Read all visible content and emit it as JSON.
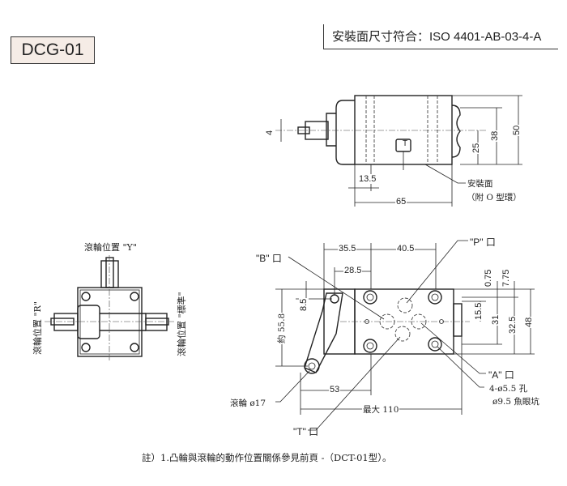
{
  "header": {
    "model": "DCG-01",
    "mounting_standard": "安裝面尺寸符合：ISO 4401-AB-03-4-A"
  },
  "top_view": {
    "port_mark": "T",
    "dims": {
      "d4": "4",
      "d13_5": "13.5",
      "d65": "65",
      "d25": "25",
      "d38": "38",
      "d50": "50"
    },
    "mounting_face_label": "安裝面",
    "mounting_face_note": "（附 O 型環）"
  },
  "side_view": {
    "roller_pos_y": "滾輪位置 \"Y\"",
    "roller_pos_r": "滾輪位置 \"R\"",
    "roller_pos_std": "滾輪位置 \"標準\""
  },
  "plan_view": {
    "ports": {
      "P": "\"P\" 口",
      "B": "\"B\" 口",
      "A": "\"A\" 口",
      "T": "\"T\" 口"
    },
    "dims": {
      "d35_5": "35.5",
      "d40_5": "40.5",
      "d28_5": "28.5",
      "d8_5": "8.5",
      "d55_8": "約 55.8",
      "d0_75": "0.75",
      "d7_75": "7.75",
      "d15_5": "15.5",
      "d31": "31",
      "d32_5": "32.5",
      "d48": "48",
      "d53": "53",
      "dmax110": "最大 110"
    },
    "roller_label": "滾輪 ø17",
    "holes_label": "4-ø5.5 孔",
    "counterbore_label": "ø9.5 魚眼坑"
  },
  "note": "註）1.凸輪與滾輪的動作位置關係參見前頁 -（DCT-01型）。"
}
